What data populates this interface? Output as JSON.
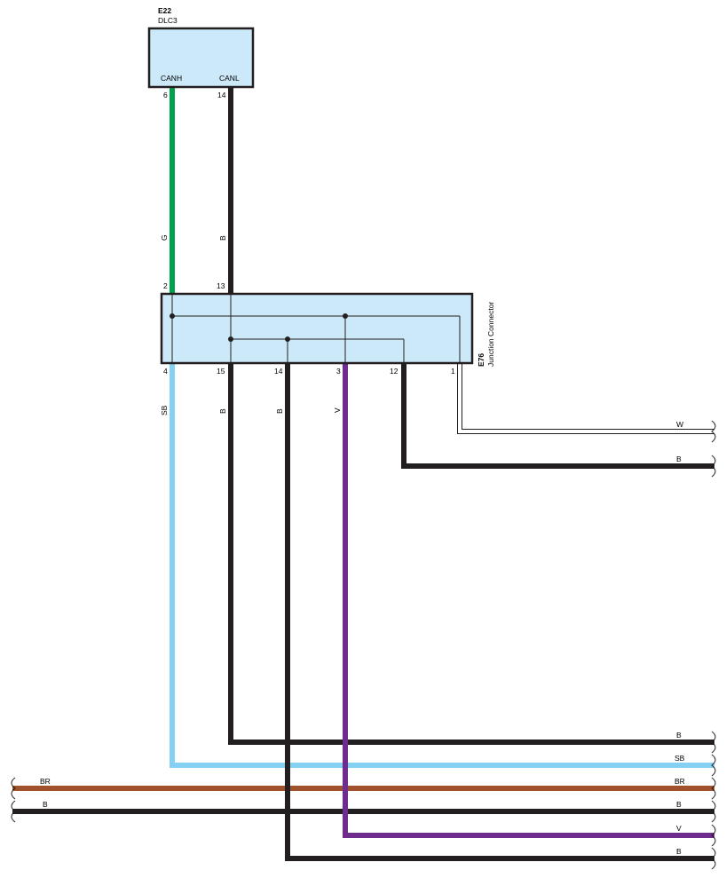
{
  "connector_e22": {
    "code": "E22",
    "name": "DLC3",
    "pin_names": [
      "CANH",
      "CANL"
    ],
    "pins": [
      "6",
      "14"
    ],
    "fill": "#cce9f9"
  },
  "connector_e76": {
    "code": "E76",
    "name": "Junction Connector",
    "top_pins": [
      "2",
      "13"
    ],
    "bottom_pins": [
      "4",
      "15",
      "14",
      "3",
      "12",
      "1"
    ],
    "fill": "#cce9f9"
  },
  "wire_colors": {
    "green": "#00a14b",
    "black": "#231f20",
    "sky_blue": "#84d1f4",
    "violet": "#6d2c8e",
    "brown": "#a0522d",
    "white": "#ffffff"
  },
  "wires": {
    "canh_upper": "G",
    "canl_upper": "B",
    "pin4": "SB",
    "pin15": "B",
    "pin14": "B",
    "pin3": "V",
    "right_w": "W",
    "right_b1": "B",
    "bus_b1": "B",
    "bus_sb": "SB",
    "bus_br_left": "BR",
    "bus_br_right": "BR",
    "bus_b2_left": "B",
    "bus_b2_right": "B",
    "bus_v": "V",
    "bus_b3": "B"
  }
}
